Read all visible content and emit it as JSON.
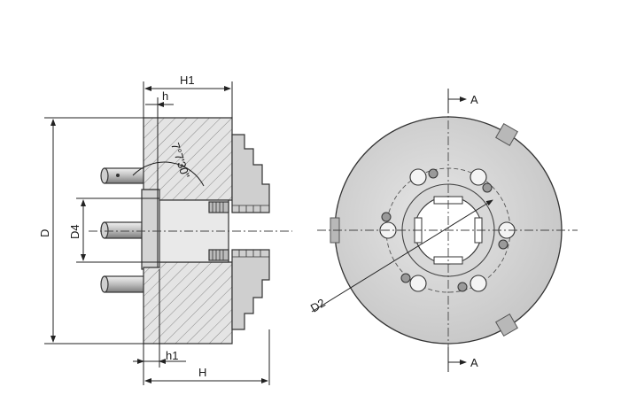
{
  "labels": {
    "H1": "H1",
    "h": "h",
    "D": "D",
    "D4": "D4",
    "h1": "h1",
    "H": "H",
    "D2": "D2",
    "angle": "7°7'30\"",
    "section_top": "A",
    "section_bottom": "A"
  },
  "colors": {
    "line": "#222222",
    "body_fill": "#d9d9d9",
    "bore_fill": "#ffffff",
    "hatch": "#8a8a8a"
  }
}
